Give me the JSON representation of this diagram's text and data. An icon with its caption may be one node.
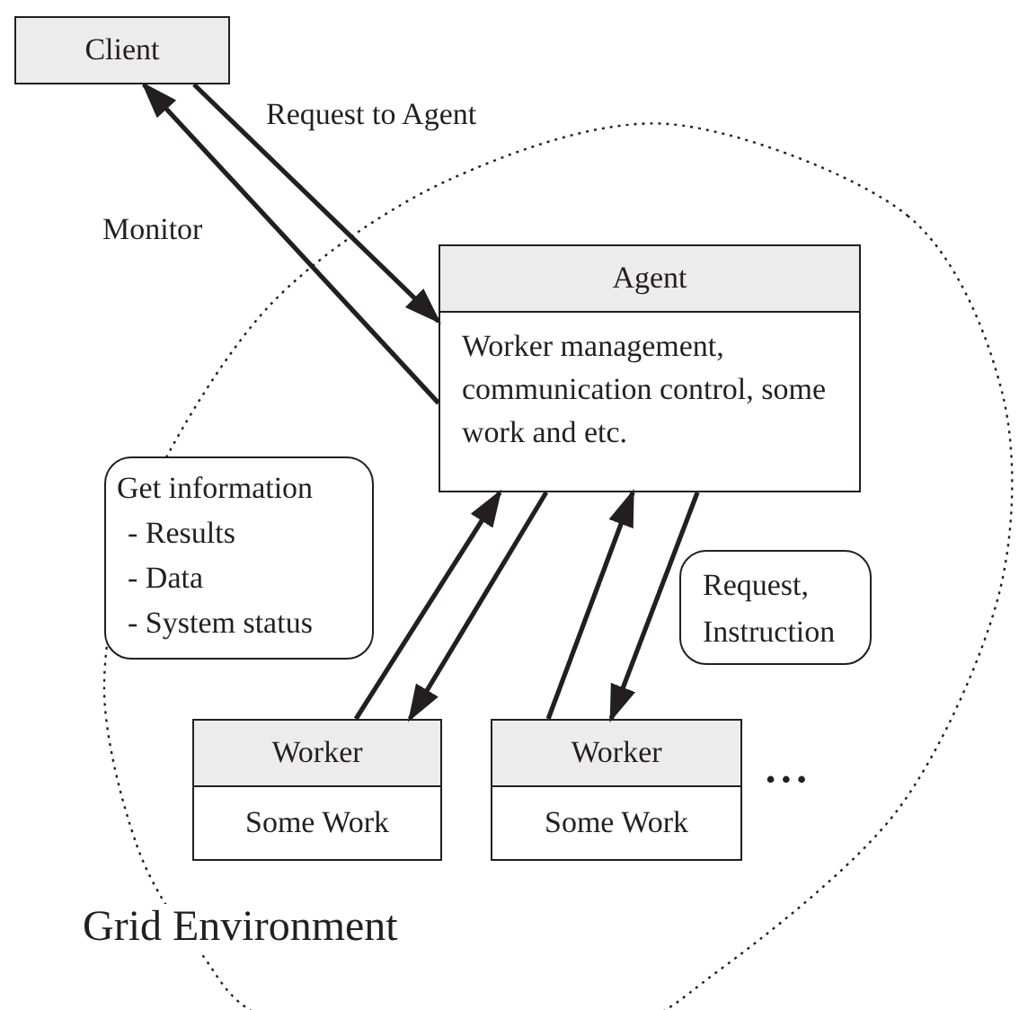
{
  "diagram": {
    "nodes": [
      {
        "text": [
          "Client"
        ]
      },
      {
        "text": [
          "Grid Environment"
        ]
      },
      {
        "text": [
          "Agent",
          "Worker management, communication control, some work and etc."
        ],
        "in": 1
      },
      {
        "text": [
          "Worker",
          "Some Work"
        ],
        "in": 1
      },
      {
        "text": [
          "Worker",
          "Some Work"
        ],
        "in": 1
      },
      {
        "text": [
          "Get information",
          "- Results",
          "- Data",
          "- System status"
        ],
        "in": 1
      },
      {
        "text": [
          "Request, Instruction"
        ],
        "in": 1
      }
    ],
    "edges": [
      {
        "from": 0,
        "to": 2,
        "arrow": "to",
        "label": "Request to Agent"
      },
      {
        "from": 2,
        "to": 0,
        "arrow": "to",
        "label": "Monitor"
      },
      {
        "from": 3,
        "to": 2,
        "arrow": "to"
      },
      {
        "from": 2,
        "to": 3,
        "arrow": "to"
      },
      {
        "from": 4,
        "to": 2,
        "arrow": "to"
      },
      {
        "from": 2,
        "to": 4,
        "arrow": "to"
      }
    ],
    "labels": [
      "•••"
    ]
  }
}
